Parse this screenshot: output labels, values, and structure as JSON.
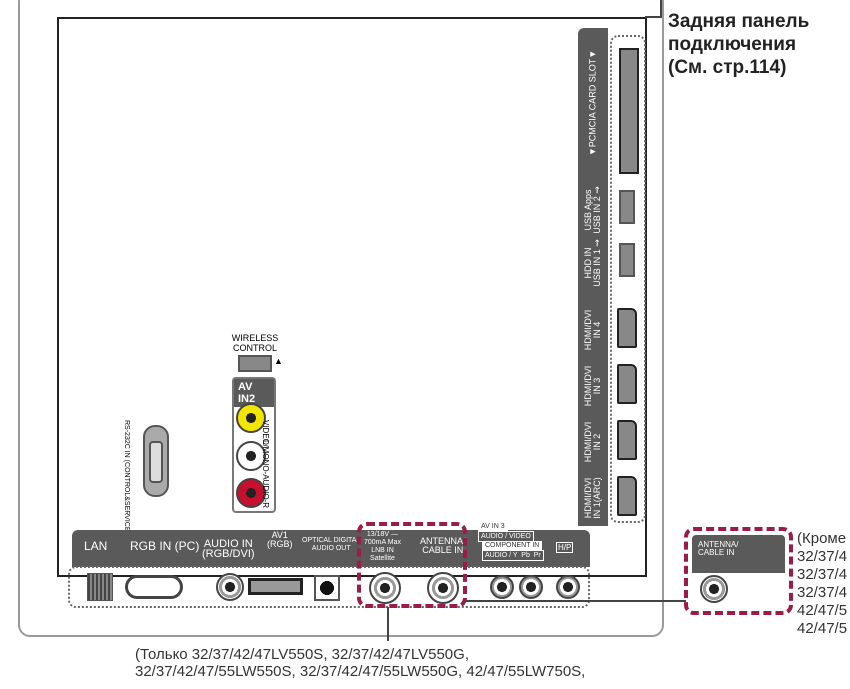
{
  "callout_title": [
    "Задняя панель",
    "подключения",
    "(См. стр.114)"
  ],
  "side_ports": {
    "pcmcia": "▼PCMCIA CARD SLOT▼",
    "usb2": "USB Apps\nUSB IN 2 ⇝",
    "usb1": "HDD IN\nUSB IN 1 ⇝",
    "hdmi4": "HDMI/DVI\nIN 4",
    "hdmi3": "HDMI/DVI\nIN 3",
    "hdmi2": "HDMI/DVI\nIN 2",
    "hdmi1": "HDMI/DVI\nIN 1(ARC)"
  },
  "wireless": "WIRELESS\nCONTROL",
  "av_in2": {
    "title": "AV IN2",
    "video": "VIDEO",
    "audio": "L/MONO-AUDIO-R"
  },
  "rs232": "RS-232C IN (CONTROL&SERVICE)",
  "bottom_ports": {
    "lan": "LAN",
    "rgb": "RGB IN (PC)",
    "audio_in": "AUDIO IN\n(RGB/DVI)",
    "av1": "AV1\n(RGB)",
    "optical": "OPTICAL DIGITAL\nAUDIO OUT",
    "lnb": "13/18V —\n700mA Max\nLNB IN\nSatellite",
    "antenna": "ANTENNA/\nCABLE IN",
    "av_in3": "AV IN 3",
    "av3_sub": "AUDIO / VIDEO",
    "component": "COMPONENT IN",
    "component_sub": "AUDIO / Y  Pb  Pr",
    "hp": "H/P"
  },
  "inset": {
    "label": "ANTENNA/\nCABLE IN"
  },
  "note_right": [
    "(Кроме",
    "32/37/4",
    "32/37/4",
    "32/37/4",
    "42/47/5",
    "42/47/5"
  ],
  "note_bottom": [
    "(Только 32/37/42/47LV550S, 32/37/42/47LV550G,",
    "32/37/42/47/55LW550S, 32/37/42/47/55LW550G, 42/47/55LW750S,"
  ],
  "colors": {
    "highlight": "#9b1b4a",
    "strip": "#5a5a5a"
  }
}
